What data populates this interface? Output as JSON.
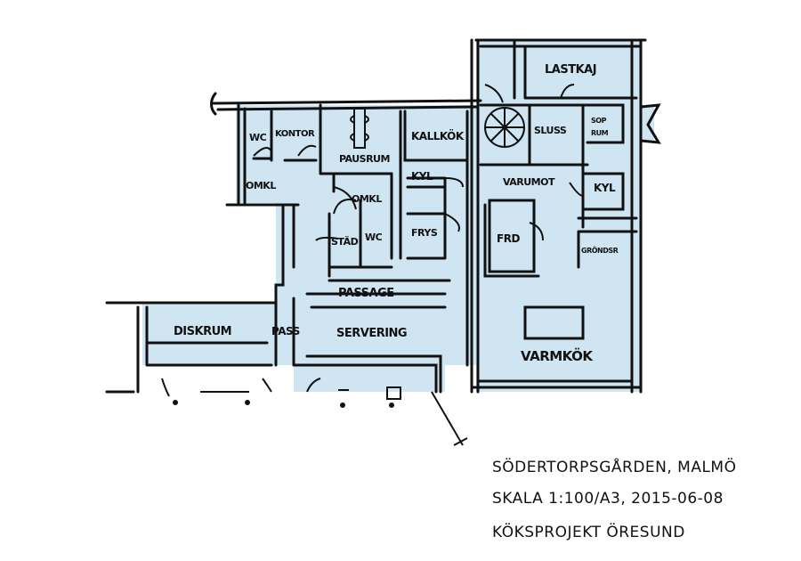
{
  "plan": {
    "rooms": {
      "wc1": "WC",
      "kontor": "KONTOR",
      "pausrum": "PAUSRUM",
      "kallkok": "KALLKÖK",
      "omkl1": "OMKL",
      "omkl2": "OMKL",
      "kyl1": "KYL",
      "frys": "FRYS",
      "stad": "STÄD",
      "wc2": "WC",
      "lastkaj": "LASTKAJ",
      "sluss": "SLUSS",
      "soprum_top": "SOP",
      "soprum_bottom": "RUM",
      "varumot": "VARUMOT",
      "kyl2": "KYL",
      "frd": "FRD",
      "gronsak": "GRÖNDSR",
      "passage": "PASSAGE",
      "diskrum": "DISKRUM",
      "pass": "PASS",
      "servering": "SERVERING",
      "varmkok": "VARMKÖK"
    },
    "fill_color": "#cfe5f1"
  },
  "caption": {
    "line1": "SÖDERTORPSGÅRDEN, MALMÖ",
    "line2": "SKALA 1:100/A3, 2015-06-08",
    "line3": "KÖKSPROJEKT ÖRESUND"
  }
}
